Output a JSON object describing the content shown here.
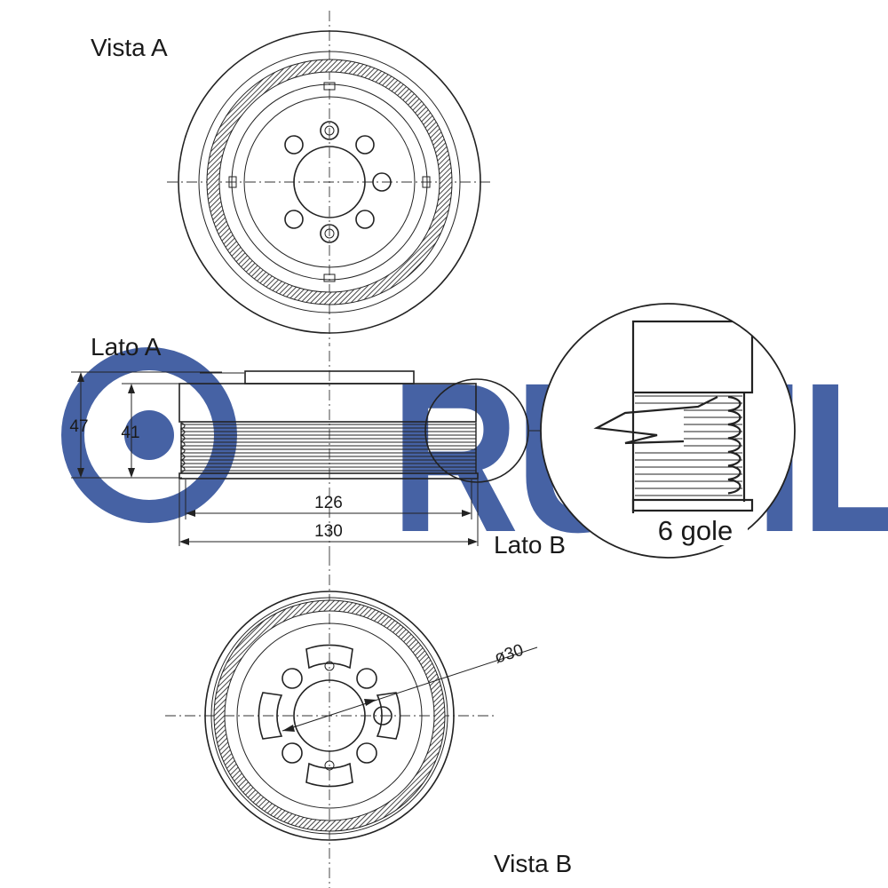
{
  "brand": {
    "watermark": "RUVILLE",
    "color": "#3d5aa0"
  },
  "views": {
    "top_title": "Vista A",
    "bottom_title": "Vista B",
    "side_a": "Lato A",
    "side_b": "Lato B"
  },
  "dimensions": {
    "height_total": "47",
    "height_inner": "41",
    "width_inner": "126",
    "width_outer": "130",
    "bore_diameter": "ø30"
  },
  "detail": {
    "grooves_label": "6 gole"
  },
  "colors": {
    "line": "#222222",
    "hatch": "#555555"
  }
}
